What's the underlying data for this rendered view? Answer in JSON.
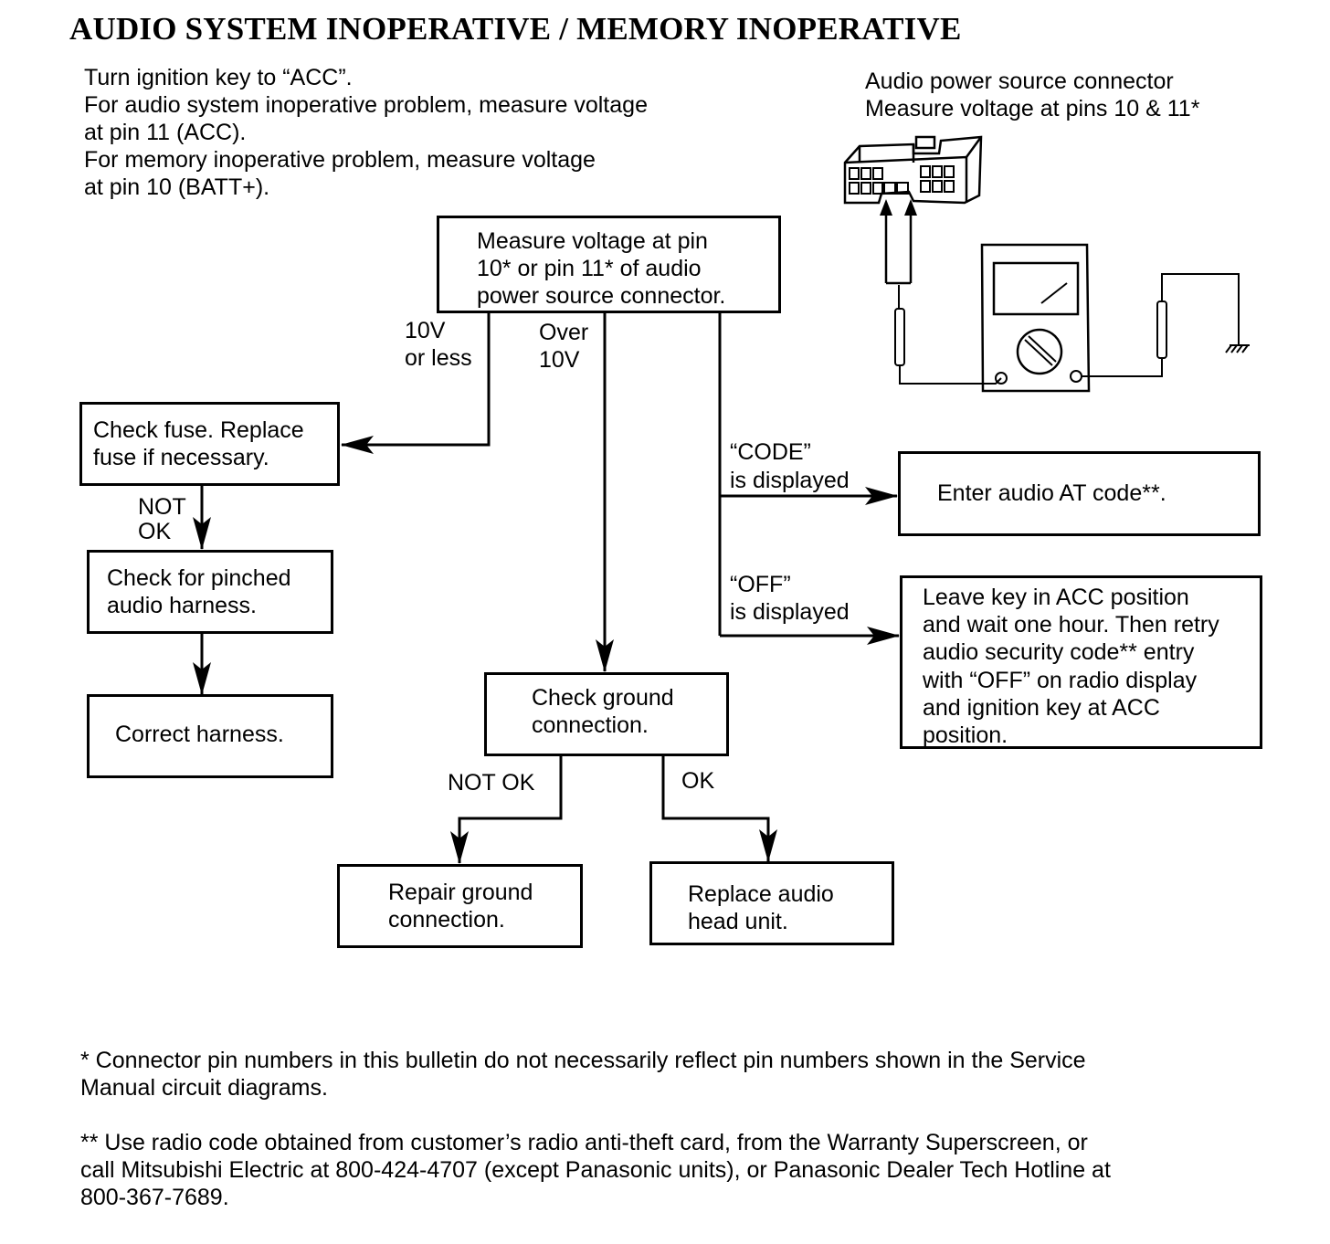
{
  "title": "AUDIO SYSTEM INOPERATIVE / MEMORY INOPERATIVE",
  "intro_lines": [
    "Turn ignition key to “ACC”.",
    "For audio system inoperative problem, measure voltage",
    "at pin 11 (ACC).",
    "For memory inoperative problem, measure voltage",
    "at pin 10 (BATT+)."
  ],
  "connector_caption": [
    "Audio power source connector",
    "Measure voltage at pins 10 & 11*"
  ],
  "boxes": {
    "measure": [
      "Measure voltage at pin",
      "10* or pin 11* of audio",
      "power source connector."
    ],
    "check_fuse": [
      "Check fuse. Replace",
      "fuse if necessary."
    ],
    "pinched": [
      "Check for pinched",
      "audio harness."
    ],
    "correct": [
      "Correct harness."
    ],
    "ground": [
      "Check ground",
      "connection."
    ],
    "repair": [
      "Repair ground",
      "connection."
    ],
    "replace": [
      "Replace audio",
      "head unit."
    ],
    "code": [
      "Enter audio AT  code**."
    ],
    "off": [
      "Leave key in ACC position",
      "and wait one hour. Then retry",
      "audio security code** entry",
      "with “OFF” on radio display",
      "and ignition key at ACC",
      "position."
    ]
  },
  "labels": {
    "ten_or_less": [
      "10V",
      "or less"
    ],
    "over_ten": [
      "Over",
      "10V"
    ],
    "not_ok_fuse": [
      "NOT",
      "OK"
    ],
    "code_displayed": [
      "“CODE”",
      "is displayed"
    ],
    "off_displayed": [
      "“OFF”",
      "is displayed"
    ],
    "not_ok_ground": "NOT OK",
    "ok_ground": "OK"
  },
  "footnotes": {
    "single": [
      "* Connector pin numbers in this bulletin do not necessarily reflect pin numbers shown in the Service",
      "Manual circuit diagrams."
    ],
    "double": [
      "** Use radio code obtained from customer’s radio anti-theft card, from the Warranty Superscreen, or",
      "call Mitsubishi Electric at 800-424-4707 (except Panasonic units), or Panasonic Dealer Tech Hotline at",
      "800-367-7689."
    ]
  }
}
